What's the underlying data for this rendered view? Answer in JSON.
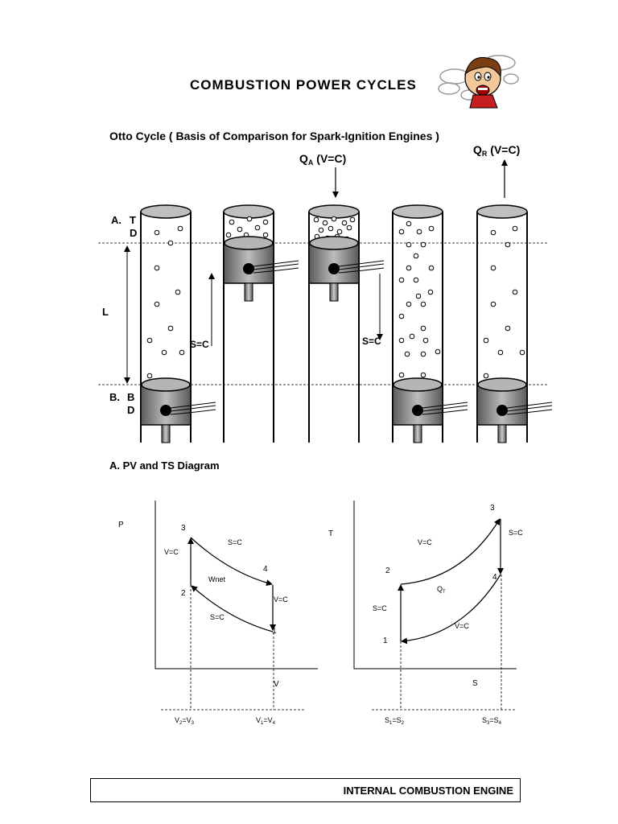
{
  "header": {
    "title": "COMBUSTION POWER CYCLES",
    "logo_icon": "cartoon-character-in-smoke-icon"
  },
  "otto": {
    "heading": "Otto Cycle ( Basis of Comparison for Spark-Ignition Engines )",
    "qa_sym": "Q",
    "qa_sub": "A",
    "qa_cond": " (V=C)",
    "qr_sym": "Q",
    "qr_sub": "R",
    "qr_cond": " (V=C)",
    "label_a": "A.",
    "label_t": "T",
    "label_d_top": "D",
    "label_l": "L",
    "label_b": "B.",
    "label_b2": "B",
    "label_d_bottom": "D",
    "stroke_left": "S=C",
    "stroke_right": "S=C"
  },
  "diagrams": {
    "heading": "A. PV and TS Diagram",
    "pv": {
      "axis_p": "P",
      "axis_v": "V",
      "pt1": "1",
      "pt2": "2",
      "pt3": "3",
      "pt4": "4",
      "proc_23": "V=C",
      "proc_34": "S=C",
      "proc_41": "V=C",
      "proc_12": "S=C",
      "wnet": "Wnet",
      "v23_a": "V",
      "v23_b": "2",
      "v23_c": "=V",
      "v23_d": "3",
      "v14_a": "V",
      "v14_b": "1",
      "v14_c": "=V",
      "v14_d": "4"
    },
    "ts": {
      "axis_t": "T",
      "axis_s": "S",
      "pt1": "1",
      "pt2": "2",
      "pt3": "3",
      "pt4": "4",
      "proc_12": "S=C",
      "proc_23": "V=C",
      "proc_34": "S=C",
      "proc_41": "V=C",
      "qt_a": "Q",
      "qt_b": "T",
      "s12_a": "S",
      "s12_b": "1",
      "s12_c": "=S",
      "s12_d": "2",
      "s34_a": "S",
      "s34_b": "3",
      "s34_c": "=S",
      "s34_d": "4"
    }
  },
  "footer": {
    "text": "INTERNAL COMBUSTION ENGINE"
  }
}
